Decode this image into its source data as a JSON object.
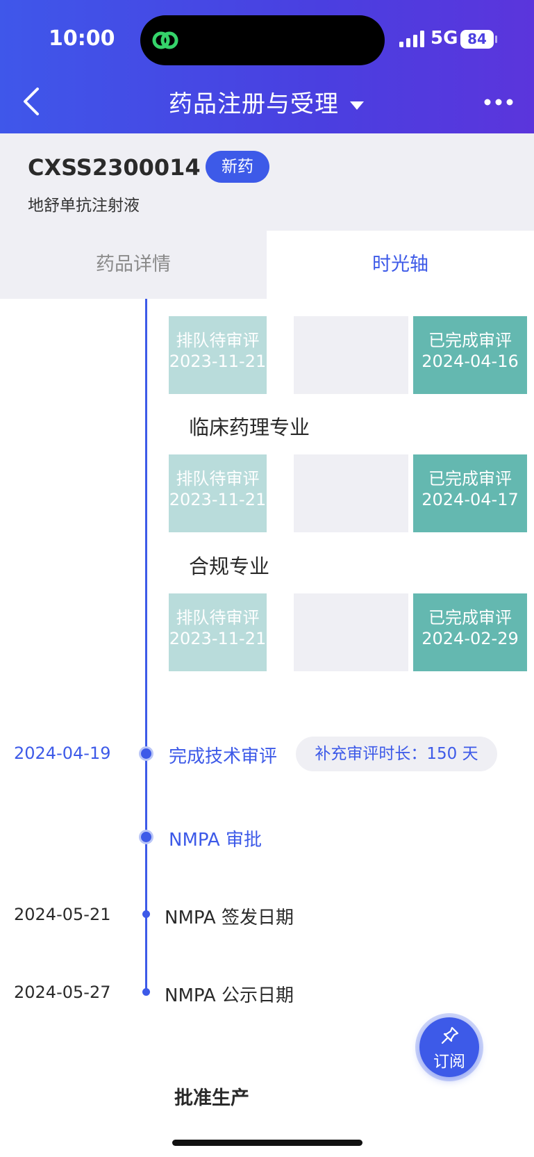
{
  "status": {
    "time": "10:00",
    "network": "5G",
    "battery": "84"
  },
  "nav": {
    "title": "药品注册与受理"
  },
  "drug": {
    "code": "CXSS2300014",
    "badge": "新药",
    "name": "地舒单抗注射液"
  },
  "tabs": [
    {
      "label": "药品详情",
      "active": false
    },
    {
      "label": "时光轴",
      "active": true
    }
  ],
  "review_groups": [
    {
      "label": "",
      "queue_status": "排队待审评",
      "queue_date": "2023-11-21",
      "done_status": "已完成审评",
      "done_date": "2024-04-16"
    },
    {
      "label": "临床药理专业",
      "queue_status": "排队待审评",
      "queue_date": "2023-11-21",
      "done_status": "已完成审评",
      "done_date": "2024-04-17"
    },
    {
      "label": "合规专业",
      "queue_status": "排队待审评",
      "queue_date": "2023-11-21",
      "done_status": "已完成审评",
      "done_date": "2024-02-29"
    }
  ],
  "events": [
    {
      "date": "2024-04-19",
      "label": "完成技术审评",
      "note": "补充审评时长：150 天"
    },
    {
      "date": "",
      "label": "NMPA 审批"
    },
    {
      "date": "2024-05-21",
      "label": "NMPA 签发日期"
    },
    {
      "date": "2024-05-27",
      "label": "NMPA 公示日期"
    }
  ],
  "subscribe": {
    "label": "订阅"
  },
  "next_section": {
    "title": "批准生产"
  },
  "colors": {
    "primary": "#3d5ae8",
    "queue": "#b9dcdb",
    "done": "#64b8b0",
    "background_gray": "#efeff4"
  }
}
